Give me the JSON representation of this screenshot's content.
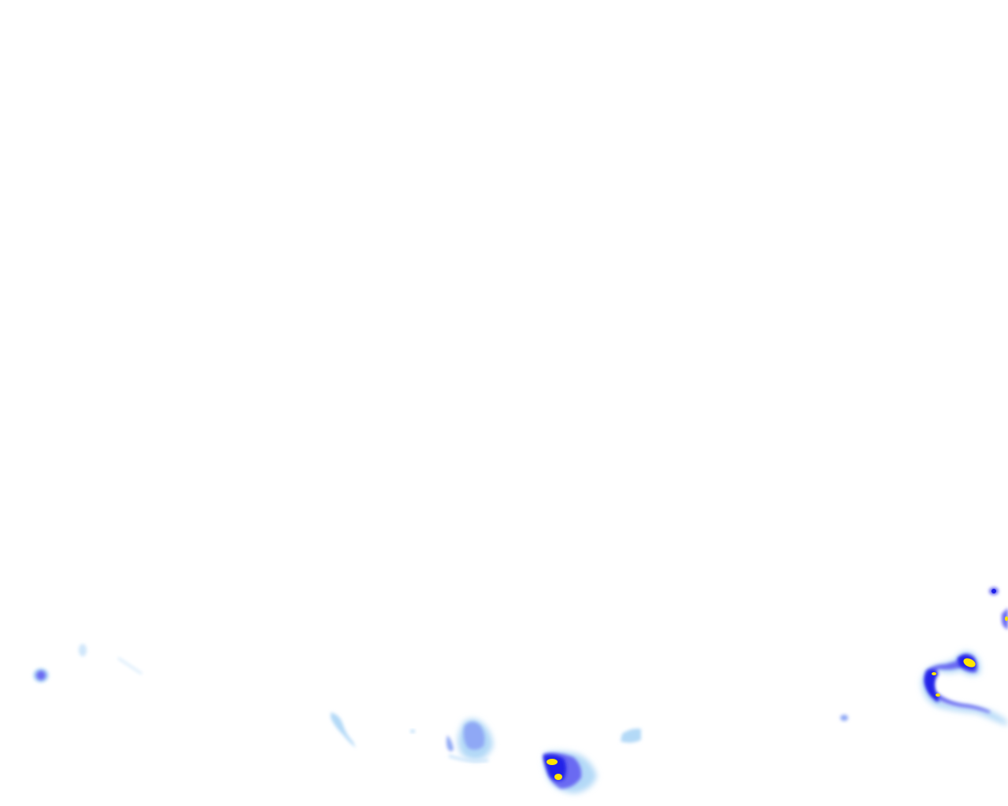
{
  "map": {
    "type": "precipitation-radar-overlay",
    "background_color": "#ffffff",
    "intensity_colors": {
      "very_light": "#b3d9f7",
      "light": "#8fa8f5",
      "moderate": "#6b6bf2",
      "heavy": "#2020e8",
      "very_heavy": "#ffe600"
    },
    "echo_cells": [
      {
        "name": "west-small-cell",
        "peak_intensity": "moderate"
      },
      {
        "name": "west-faint-speck",
        "peak_intensity": "very_light"
      },
      {
        "name": "west-faint-streak",
        "peak_intensity": "very_light"
      },
      {
        "name": "south-central-light-streak",
        "peak_intensity": "very_light"
      },
      {
        "name": "south-central-speck",
        "peak_intensity": "very_light"
      },
      {
        "name": "south-central-moderate-cell",
        "peak_intensity": "moderate"
      },
      {
        "name": "south-heavy-cell",
        "peak_intensity": "very_heavy"
      },
      {
        "name": "south-light-patch",
        "peak_intensity": "very_light"
      },
      {
        "name": "east-small-speck",
        "peak_intensity": "light"
      },
      {
        "name": "east-arc-band",
        "peak_intensity": "very_heavy"
      },
      {
        "name": "east-edge-cell-upper",
        "peak_intensity": "heavy"
      },
      {
        "name": "east-edge-cell-lower",
        "peak_intensity": "very_heavy"
      }
    ]
  }
}
